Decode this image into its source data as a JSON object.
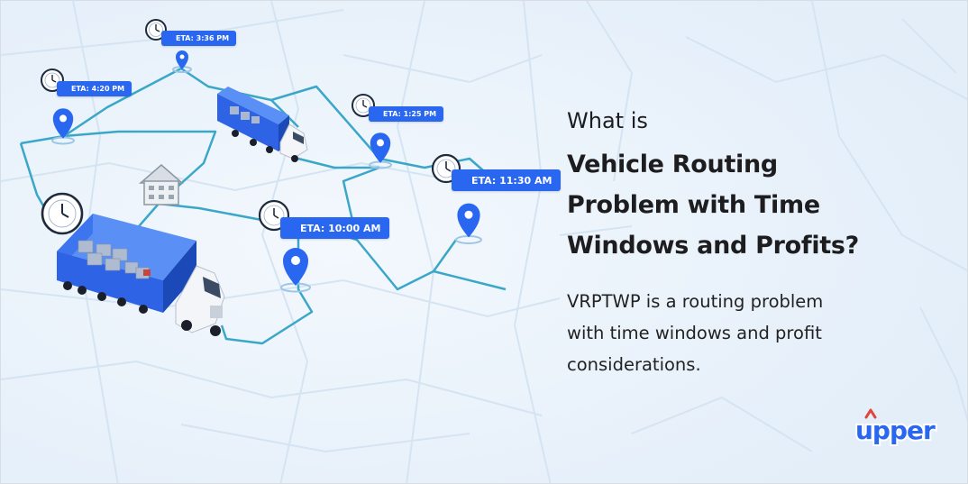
{
  "heading": {
    "lead": "What is",
    "title_lines": [
      "Vehicle Routing",
      "Problem with Time",
      "Windows and Profits?"
    ]
  },
  "description": {
    "lines": [
      "VRPTWP is a routing problem",
      "with time windows and profit",
      "considerations."
    ]
  },
  "eta_labels": {
    "stop_1": "ETA: 3:36 PM",
    "stop_2": "ETA: 4:20 PM",
    "stop_3": "ETA: 1:25 PM",
    "stop_4": "ETA: 11:30 AM",
    "stop_5": "ETA: 10:00 AM"
  },
  "brand": {
    "logo_text": "upper"
  },
  "colors": {
    "route": "#3aa7c9",
    "pin": "#2a67f0",
    "truck": "#2e63e6",
    "background": "#eaf3fb",
    "text": "#1d1d1f"
  },
  "icons": [
    "clock-icon",
    "location-pin-icon",
    "truck-illustration",
    "warehouse-icon"
  ]
}
